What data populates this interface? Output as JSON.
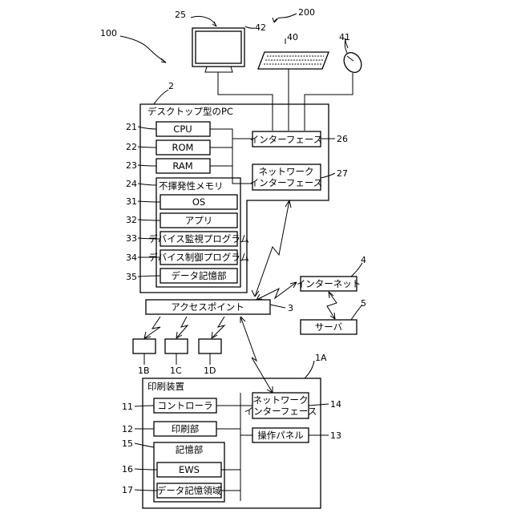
{
  "refs": {
    "r100": "100",
    "r200": "200",
    "r25": "25",
    "r42": "42",
    "r40": "40",
    "r41": "41",
    "r2": "2",
    "r21": "21",
    "r22": "22",
    "r23": "23",
    "r24": "24",
    "r31": "31",
    "r32": "32",
    "r33": "33",
    "r34": "34",
    "r35": "35",
    "r26": "26",
    "r27": "27",
    "r3": "3",
    "r4": "4",
    "r5": "5",
    "r1B": "1B",
    "r1C": "1C",
    "r1D": "1D",
    "r1A": "1A",
    "r11": "11",
    "r12": "12",
    "r15": "15",
    "r16": "16",
    "r17": "17",
    "r14": "14",
    "r13": "13"
  },
  "pc": {
    "title": "デスクトップ型のPC",
    "cpu": "CPU",
    "rom": "ROM",
    "ram": "RAM",
    "nvm": "不揮発性メモリ",
    "os": "OS",
    "app": "アプリ",
    "dev_mon": "デバイス監視プログラム",
    "dev_ctl": "デバイス制御プログラム",
    "data_store": "データ記憶部",
    "interface": "インターフェース",
    "net_if_1": "ネットワーク",
    "net_if_2": "インターフェース"
  },
  "network": {
    "ap": "アクセスポイント",
    "internet": "インターネット",
    "server": "サーバ"
  },
  "printer": {
    "title": "印刷装置",
    "controller": "コントローラ",
    "print_unit": "印刷部",
    "storage": "記憶部",
    "ews": "EWS",
    "data_area": "データ記憶領域",
    "net_if_1": "ネットワーク",
    "net_if_2": "インターフェース",
    "op_panel": "操作パネル"
  }
}
